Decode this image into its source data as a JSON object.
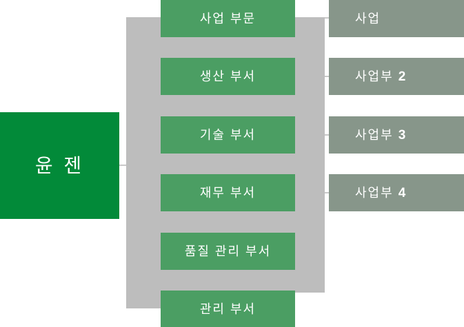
{
  "diagram": {
    "title": "organization-chart",
    "root": {
      "label": "윤 젠"
    },
    "departments": [
      {
        "label": "사업 부문"
      },
      {
        "label": "생산 부서"
      },
      {
        "label": "기술 부서"
      },
      {
        "label": "재무 부서"
      },
      {
        "label": "품질 관리 부서"
      },
      {
        "label": "관리 부서"
      }
    ],
    "divisions": [
      {
        "label": "사업",
        "number": ""
      },
      {
        "label": "사업부",
        "number": "2"
      },
      {
        "label": "사업부",
        "number": "3"
      },
      {
        "label": "사업부",
        "number": "4"
      }
    ],
    "colors": {
      "root_green": "#028a39",
      "department_green": "#4b9e63",
      "division_sage": "#87968a",
      "background_gray": "#bdbdbd",
      "connector_gray": "#c8c8c8",
      "text_white": "#ffffff"
    }
  }
}
